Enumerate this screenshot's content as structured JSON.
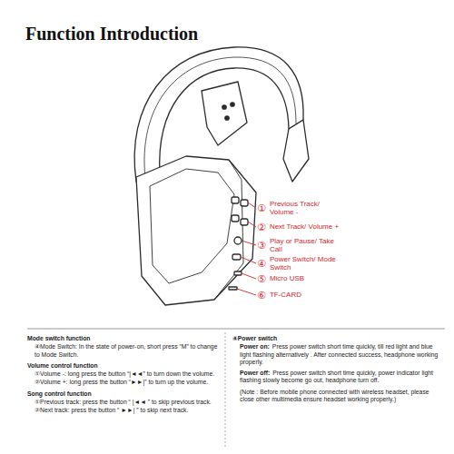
{
  "diagram": {
    "title": "Function Introduction",
    "labels": [
      "①",
      "Previous Track/ Volume -",
      "②",
      "Next Track/ Volume +",
      "③",
      "Play or Pause/ Take Call",
      "④",
      "Power Switch/ Mode Switch",
      "⑤",
      "Micro USB",
      "⑥",
      "TF-CARD",
      "Mode switch function",
      "④Mode Switch: In the state of power-on, short press “M” to change to Mode Switch.",
      "Volume control function",
      "①Volume -: long press the button “|◄◄” to turn down the volume.",
      "②Volume +: long press the button “►►|” to turn up the volume.",
      "Song control function",
      "①Previous track: press the button “ |◄◄ ” to skip previous track.",
      "②Next track: press the button “ ►►| ” to skip next track.",
      "④Power switch",
      "Power on:",
      "Press power switch short time quickly, till red light and blue light flashing alternatively . After connected success, headphone working properly.",
      "Power off:",
      "Press power switch short time quickly, power indicator light flashing slowly become go out, headphone turn off.",
      "(Note : Before mobile phone connected with wireless headset, please close other multimedia ensure headset working properly.)"
    ]
  }
}
